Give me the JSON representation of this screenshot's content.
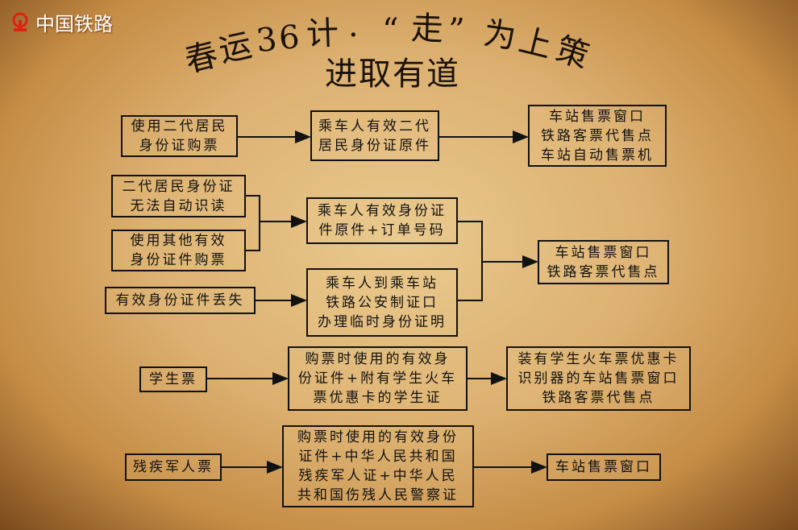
{
  "logo": {
    "text": "中国铁路"
  },
  "title": {
    "line1": [
      "春",
      "运",
      "3",
      "6",
      "计",
      "·",
      "“",
      "走",
      "”",
      "为",
      "上",
      "策"
    ],
    "line2": "进取有道"
  },
  "boxes": {
    "a1": [
      "使用二代居民",
      "身份证购票"
    ],
    "a2": [
      "乘车人有效二代",
      "居民身份证原件"
    ],
    "a3": [
      "车站售票窗口",
      "铁路客票代售点",
      "车站自动售票机"
    ],
    "b1": [
      "二代居民身份证",
      "无法自动识读"
    ],
    "b2": [
      "使用其他有效",
      "身份证件购票"
    ],
    "b3": [
      "有效身份证件丢失"
    ],
    "c1": [
      "乘车人有效身份证",
      "件原件+订单号码"
    ],
    "c2": [
      "乘车人到乘车站",
      "铁路公安制证口",
      "办理临时身份证明"
    ],
    "d": [
      "车站售票窗口",
      "铁路客票代售点"
    ],
    "e1": [
      "学生票"
    ],
    "e2": [
      "购票时使用的有效身",
      "份证件+附有学生火车",
      "票优惠卡的学生证"
    ],
    "e3": [
      "装有学生火车票优惠卡",
      "识别器的车站售票窗口",
      "铁路客票代售点"
    ],
    "f1": [
      "残疾军人票"
    ],
    "f2": [
      "购票时使用的有效身份",
      "证件+中华人民共和国",
      "残疾军人证+中华人民",
      "共和国伤残人民警察证"
    ],
    "f3": [
      "车站售票窗口"
    ]
  }
}
